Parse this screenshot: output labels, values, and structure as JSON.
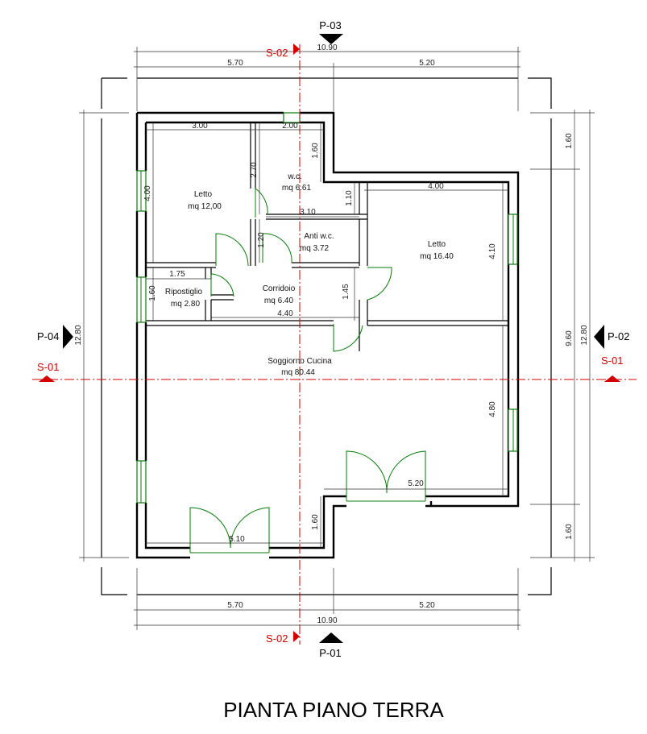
{
  "drawing": {
    "title": "PIANTA PIANO TERRA",
    "colors": {
      "walls": "#000000",
      "openings": "#0a7a0a",
      "section_lines": "#d40000"
    }
  },
  "markers": {
    "p_top": "P-03",
    "p_bottom": "P-01",
    "p_left": "P-04",
    "p_right": "P-02",
    "s_top": "S-02",
    "s_bottom": "S-02",
    "s_left": "S-01",
    "s_right": "S-01"
  },
  "dimensions": {
    "top_total": "10.90",
    "top_left": "5.70",
    "top_right": "5.20",
    "bottom_total": "10.90",
    "bottom_left": "5.70",
    "bottom_right": "5.20",
    "left_total": "12.80",
    "right_total": "12.80",
    "right_mid": "9.60",
    "right_top": "1.60",
    "right_bottom": "1.60",
    "letto1_width": "3.00",
    "letto1_height": "4.00",
    "wc_width": "2.00",
    "wc_height": "2.70",
    "wc_recess": "1.60",
    "step_110": "1.10",
    "letto2_width": "4.00",
    "letto2_height": "4.10",
    "anti_width": "3.10",
    "anti_height": "1.20",
    "rip_width": "1.75",
    "rip_height": "1.60",
    "corr_height": "1.45",
    "corr_width": "4.40",
    "sogg_height": "4.80",
    "sogg_bottom_right": "5.20",
    "sogg_bottom_left": "5.10",
    "sogg_step": "1.60"
  },
  "rooms": {
    "letto1": {
      "name": "Letto",
      "area": "mq 12,00"
    },
    "wc": {
      "name": "w.c.",
      "area": "mq 6.61"
    },
    "anti": {
      "name": "Anti w.c.",
      "area": "mq 3.72"
    },
    "letto2": {
      "name": "Letto",
      "area": "mq 16.40"
    },
    "ripostiglio": {
      "name": "Ripostiglio",
      "area": "mq 2.80"
    },
    "corridoio": {
      "name": "Corridoio",
      "area": "mq 6.40"
    },
    "soggiorno": {
      "name": "Soggiorno Cucina",
      "area": "mq 80.44"
    }
  }
}
